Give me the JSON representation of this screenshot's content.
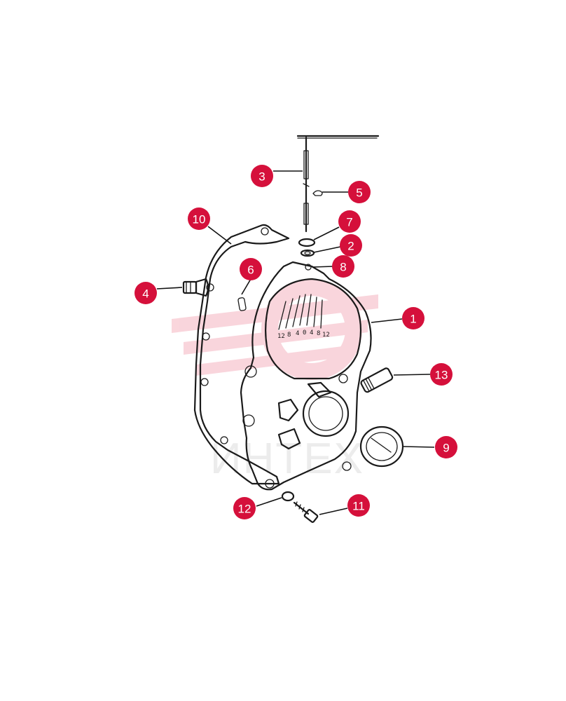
{
  "watermark": {
    "text": "ИНТЕХ",
    "color": "#f4b9c3"
  },
  "callout_color": "#d5103b",
  "callouts": [
    {
      "id": "1"
    },
    {
      "id": "2"
    },
    {
      "id": "3"
    },
    {
      "id": "4"
    },
    {
      "id": "5"
    },
    {
      "id": "6"
    },
    {
      "id": "7"
    },
    {
      "id": "8"
    },
    {
      "id": "9"
    },
    {
      "id": "10"
    },
    {
      "id": "11"
    },
    {
      "id": "12"
    },
    {
      "id": "13"
    }
  ],
  "timing_scale_marks": [
    "12",
    "8",
    "4",
    "0",
    "4",
    "8",
    "12"
  ]
}
